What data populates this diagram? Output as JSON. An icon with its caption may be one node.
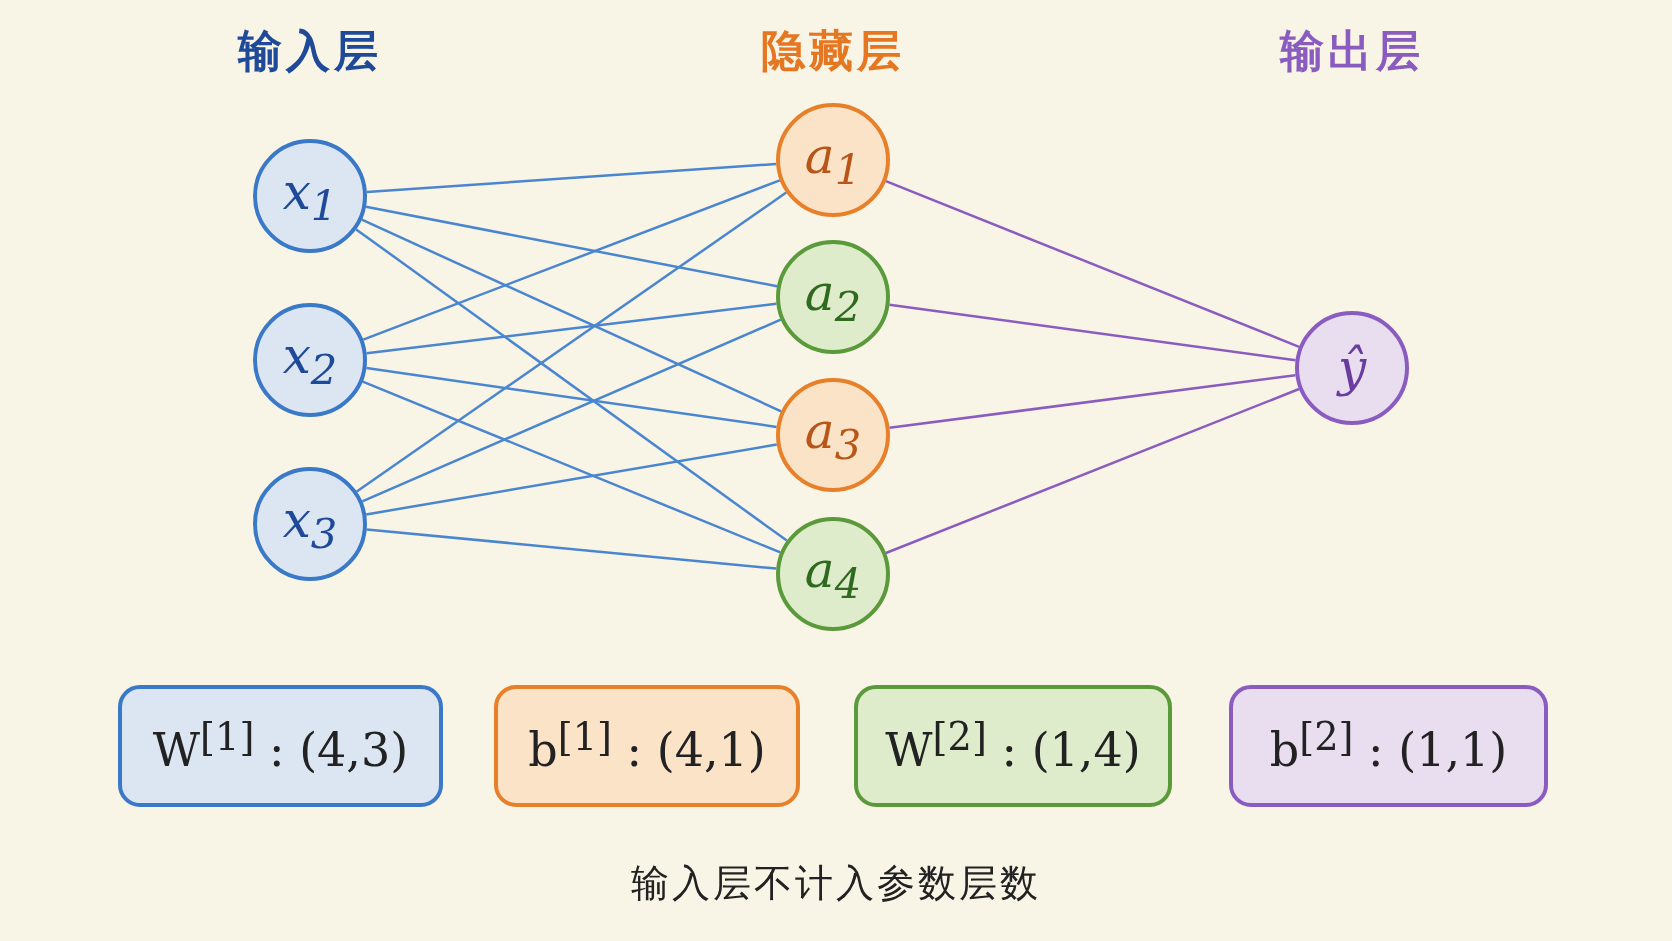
{
  "diagram": {
    "caption": "输入层不计入参数层数",
    "nodes": [
      {
        "text": [
          "x$_{1}$"
        ]
      },
      {
        "text": [
          "x$_{2}$"
        ]
      },
      {
        "text": [
          "x$_{3}$"
        ]
      },
      {
        "text": [
          "a$_{1}$"
        ]
      },
      {
        "text": [
          "a$_{2}$"
        ]
      },
      {
        "text": [
          "a$_{3}$"
        ]
      },
      {
        "text": [
          "a$_{4}$"
        ]
      },
      {
        "text": [
          "ŷ"
        ]
      },
      {
        "text": [
          "W$^{[1]}$ : (4,3)"
        ]
      },
      {
        "text": [
          "b$^{[1]}$ : (4,1)"
        ]
      },
      {
        "text": [
          "W$^{[2]}$ : (1,4)"
        ]
      },
      {
        "text": [
          "b$^{[2]}$ : (1,1)"
        ]
      }
    ],
    "edges": [
      {
        "from": 0,
        "to": 3,
        "arrow": "none"
      },
      {
        "from": 0,
        "to": 4,
        "arrow": "none"
      },
      {
        "from": 0,
        "to": 5,
        "arrow": "none"
      },
      {
        "from": 0,
        "to": 6,
        "arrow": "none"
      },
      {
        "from": 1,
        "to": 3,
        "arrow": "none"
      },
      {
        "from": 1,
        "to": 4,
        "arrow": "none"
      },
      {
        "from": 1,
        "to": 5,
        "arrow": "none"
      },
      {
        "from": 1,
        "to": 6,
        "arrow": "none"
      },
      {
        "from": 2,
        "to": 3,
        "arrow": "none"
      },
      {
        "from": 2,
        "to": 4,
        "arrow": "none"
      },
      {
        "from": 2,
        "to": 5,
        "arrow": "none"
      },
      {
        "from": 2,
        "to": 6,
        "arrow": "none"
      },
      {
        "from": 3,
        "to": 7,
        "arrow": "none",
        "color": "#8a5cc0"
      },
      {
        "from": 4,
        "to": 7,
        "arrow": "none",
        "color": "#8a5cc0"
      },
      {
        "from": 5,
        "to": 7,
        "arrow": "none",
        "color": "#8a5cc0"
      },
      {
        "from": 6,
        "to": 7,
        "arrow": "none",
        "color": "#8a5cc0"
      }
    ],
    "labels": [
      "输入层",
      "隐藏层",
      "输出层"
    ]
  }
}
